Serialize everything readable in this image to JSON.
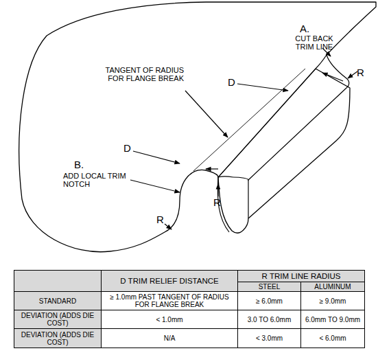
{
  "diagram": {
    "labels": [
      "A.",
      "CUT BACK TRIM LINE",
      "R",
      "D",
      "TANGENT OF RADIUS FOR FLANGE BREAK",
      "D",
      "B.",
      "ADD LOCAL TRIM NOTCH",
      "R",
      "R",
      "D TRIM RELIEF DISTANCE",
      "R TRIM LINE RADIUS",
      "STEEL",
      "ALUMINUM",
      "STANDARD",
      "≥ 1.0mm PAST TANGENT OF RADIUS FOR FLANGE BREAK",
      "≥ 6.0mm",
      "≥ 9.0mm",
      "DEVIATION (ADDS DIE COST)",
      "< 1.0mm",
      "3.0 TO 6.0mm",
      "6.0mm TO 9.0mm",
      "DEVIATION (ADDS DIE COST)",
      "N/A",
      "< 3.0mm",
      "< 6.0mm"
    ]
  }
}
